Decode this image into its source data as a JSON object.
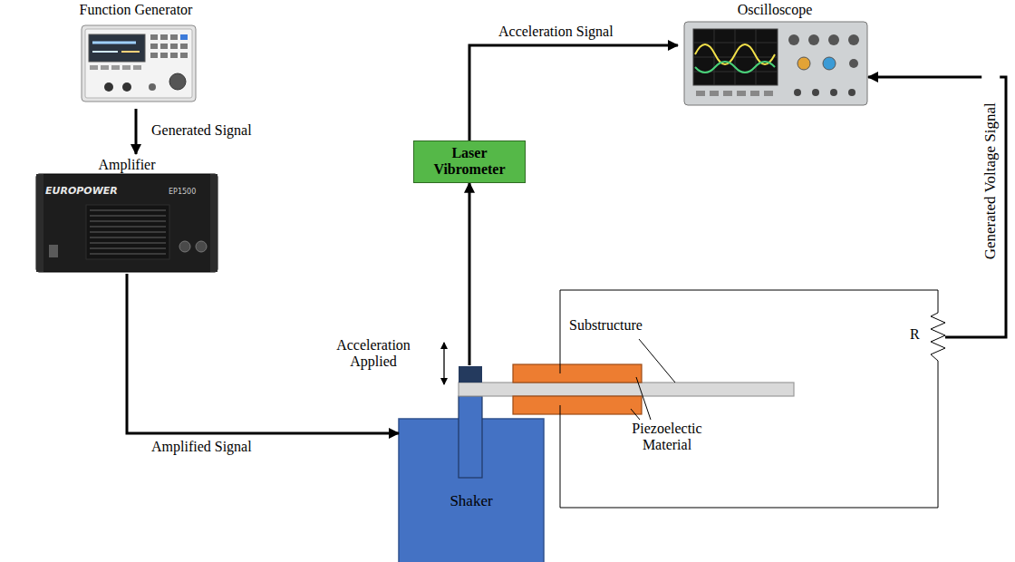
{
  "diagram": {
    "nodes": [
      {
        "text": [
          "Function Generator"
        ]
      },
      {
        "text": [
          "Oscilloscope"
        ]
      },
      {
        "text": [
          "Amplifier"
        ]
      },
      {
        "text": [
          "Laser Vibrometer"
        ]
      },
      {
        "text": [
          "Shaker"
        ]
      }
    ],
    "edges": [
      {
        "from": 0,
        "to": 2,
        "label": "Generated Signal",
        "arrow": "to"
      },
      {
        "from": 2,
        "to": 4,
        "label": "Amplified Signal",
        "arrow": "to"
      },
      {
        "from": 4,
        "to": 3,
        "arrow": "to"
      },
      {
        "from": 3,
        "to": 1,
        "label": "Acceleration Signal",
        "arrow": "to"
      }
    ],
    "labels": [
      "Acceleration Applied",
      "Substructure",
      "Piezoelectic Material",
      "R",
      "Generated Voltage Signal",
      "EUROPOWER",
      "EP1500"
    ]
  }
}
